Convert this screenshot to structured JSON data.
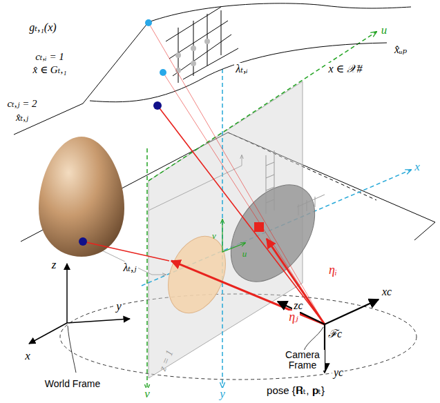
{
  "diagram": {
    "labels": [
      "gₜ,₁(x)",
      "x̂ᵤₚ",
      "x ∈ 𝒳#",
      "λₜ,ᵢ",
      "cₜ,ᵢ = 1",
      "x̂ ∈ Gₜ,₁",
      "cₜ,ⱼ = 2",
      "x̂ₜ,ⱼ",
      "λₜ,ⱼ",
      "u",
      "u",
      "v",
      "v",
      "x",
      "y",
      "zc",
      "xc",
      "yc",
      "ηᵢ",
      "ηⱼ",
      "ℱc",
      "Camera Frame",
      "z",
      "y",
      "x",
      "World Frame",
      "z = 1",
      "pose {𝐑ₜ, 𝐩ₜ}"
    ]
  }
}
